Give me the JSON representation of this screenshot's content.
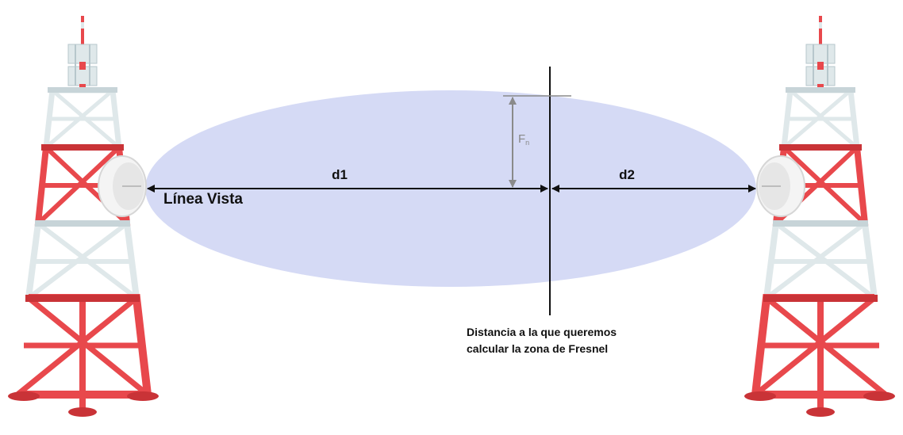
{
  "labels": {
    "d1": "d1",
    "d2": "d2",
    "fn_main": "F",
    "fn_sub": "n",
    "line_of_sight": "Línea Vista",
    "distance_note_line1": "Distancia a la que queremos",
    "distance_note_line2": "calcular la zona de Fresnel"
  },
  "colors": {
    "tower_red": "#e8484c",
    "tower_red_dark": "#c93337",
    "tower_white": "#dfe8ea",
    "tower_white_dark": "#b7c7cc",
    "fresnel_zone_fill": "#d5daf5",
    "axis_line": "#111111",
    "fn_arrow": "#8a8a8a",
    "dish": "#f2f2f2"
  },
  "icons": {
    "left_tower": "transmission-tower-icon",
    "right_tower": "transmission-tower-icon",
    "left_dish": "satellite-dish-icon",
    "right_dish": "satellite-dish-icon"
  }
}
